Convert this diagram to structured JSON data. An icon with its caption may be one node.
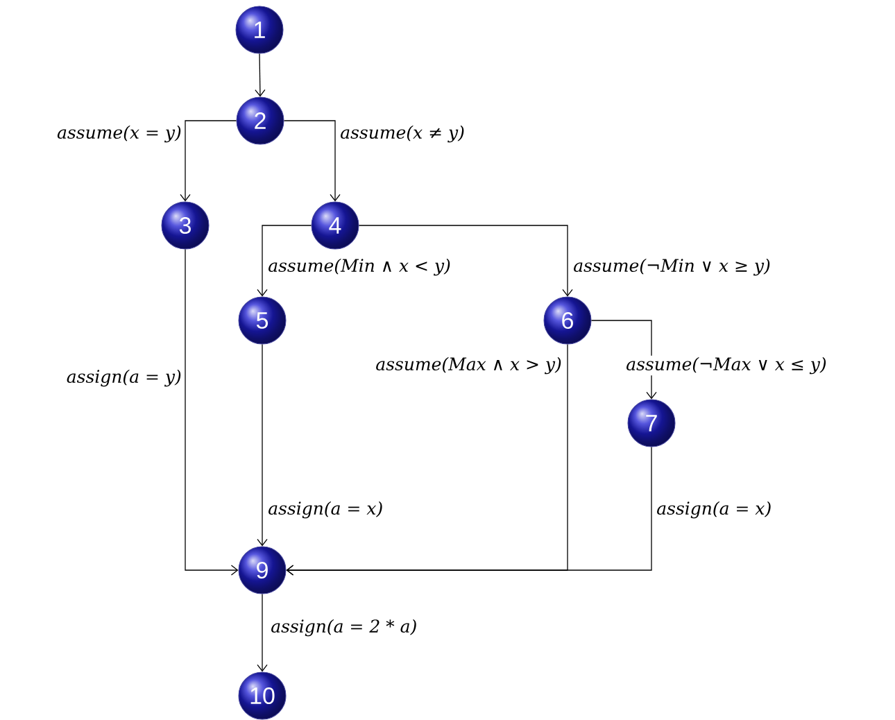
{
  "diagram": {
    "nodes": [
      {
        "text": [
          "1"
        ]
      },
      {
        "text": [
          "2"
        ]
      },
      {
        "text": [
          "3"
        ]
      },
      {
        "text": [
          "4"
        ]
      },
      {
        "text": [
          "5"
        ]
      },
      {
        "text": [
          "6"
        ]
      },
      {
        "text": [
          "7"
        ]
      },
      {
        "text": [
          "9"
        ]
      },
      {
        "text": [
          "10"
        ]
      }
    ],
    "edges": [
      {
        "from": 0,
        "to": 1,
        "arrow": "to"
      },
      {
        "from": 1,
        "to": 2,
        "arrow": "to",
        "label": "assume(x = y)"
      },
      {
        "from": 1,
        "to": 3,
        "arrow": "to",
        "label": "assume(x ≠ y)"
      },
      {
        "from": 3,
        "to": 4,
        "arrow": "to",
        "label": "assume(Min ∧ x < y)"
      },
      {
        "from": 3,
        "to": 5,
        "arrow": "to",
        "label": "assume(¬Min ∨ x ≥ y)"
      },
      {
        "from": 2,
        "to": 7,
        "arrow": "to",
        "label": "assign(a = y)"
      },
      {
        "from": 4,
        "to": 7,
        "arrow": "to",
        "label": "assign(a = x)"
      },
      {
        "from": 5,
        "to": 7,
        "arrow": "to",
        "label": "assume(Max ∧ x > y)"
      },
      {
        "from": 5,
        "to": 6,
        "arrow": "to",
        "label": "assume(¬Max ∨ x ≤ y)"
      },
      {
        "from": 6,
        "to": 7,
        "arrow": "to",
        "label": "assign(a = x)"
      },
      {
        "from": 7,
        "to": 8,
        "arrow": "to",
        "label": "assign(a = 2 * a)"
      }
    ]
  }
}
